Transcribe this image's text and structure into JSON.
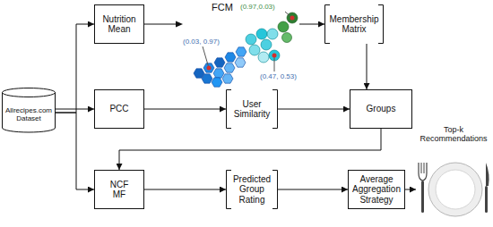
{
  "diagram": {
    "nodes": [
      {
        "text": [
          "Allrecipes.com Dataset"
        ]
      },
      {
        "text": [
          "Nutrition Mean"
        ]
      },
      {
        "text": [
          "Membership Matrix"
        ]
      },
      {
        "text": [
          "PCC"
        ]
      },
      {
        "text": [
          "User Similarity"
        ]
      },
      {
        "text": [
          "Groups"
        ]
      },
      {
        "text": [
          "NCF MF"
        ]
      },
      {
        "text": [
          "Predicted Group Rating"
        ]
      },
      {
        "text": [
          "Average Aggregation Strategy"
        ]
      },
      {
        "text": [
          "Top-k Recommendations"
        ]
      }
    ],
    "edges": [
      {
        "from": 0,
        "to": 1,
        "arrow": "to"
      },
      {
        "from": 0,
        "to": 3,
        "arrow": "to"
      },
      {
        "from": 0,
        "to": 6,
        "arrow": "to"
      },
      {
        "from": 1,
        "to": 2,
        "arrow": "to"
      },
      {
        "from": 2,
        "to": 5,
        "arrow": "to"
      },
      {
        "from": 3,
        "to": 4,
        "arrow": "to"
      },
      {
        "from": 4,
        "to": 5,
        "arrow": "to"
      },
      {
        "from": 5,
        "to": 6,
        "arrow": "to"
      },
      {
        "from": 6,
        "to": 7,
        "arrow": "to"
      },
      {
        "from": 7,
        "to": 8,
        "arrow": "to"
      },
      {
        "from": 8,
        "to": 9,
        "arrow": "to"
      }
    ],
    "labels": [
      "FCM",
      "(0.03, 0.97)",
      "(0.97,0.03)",
      "(0.47, 0.53)"
    ]
  }
}
